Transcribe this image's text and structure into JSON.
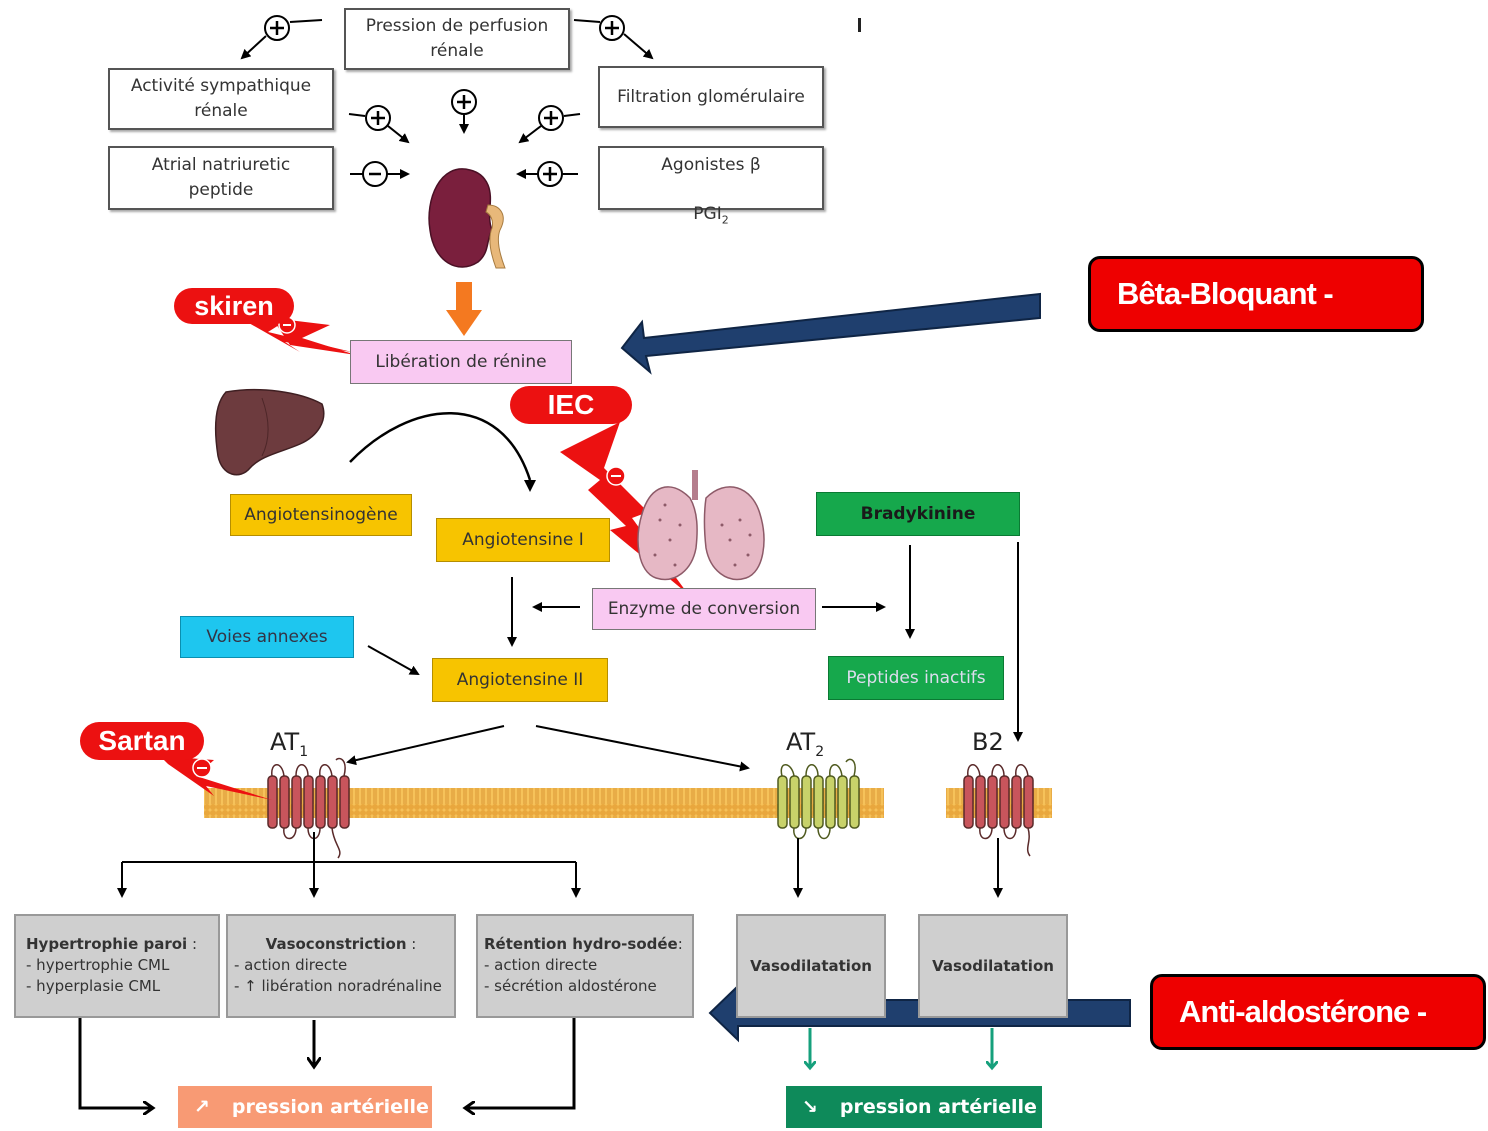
{
  "top": {
    "pression_perfusion": "Pression de perfusion\nrénale",
    "activite_sympathique": "Activité sympathique\nrénale",
    "filtration": "Filtration glomérulaire",
    "anp": "Atrial natriuretic\npeptide",
    "agonistes_line1": "Agonistes β",
    "agonistes_line2": "PGI",
    "agonistes_sub": "2"
  },
  "cascade": {
    "liberation_renine": "Libération de rénine",
    "angiotensinogene": "Angiotensinogène",
    "angiotensine1": "Angiotensine I",
    "angiotensine2": "Angiotensine II",
    "enzyme_conversion": "Enzyme de conversion",
    "bradykinine": "Bradykinine",
    "peptides_inactifs": "Peptides inactifs",
    "voies_annexes": "Voies annexes"
  },
  "receptors": {
    "at1": "AT",
    "at1_sub": "1",
    "at2": "AT",
    "at2_sub": "2",
    "b2": "B2"
  },
  "drugs": {
    "skiren": "skiren",
    "iec": "IEC",
    "sartan": "Sartan",
    "beta_bloquant": "Bêta-Bloquant  -",
    "anti_aldosterone": "Anti-aldostérone  -"
  },
  "effects": {
    "hypertrophie_title": "Hypertrophie paroi",
    "hypertrophie_colon": " :",
    "hypertrophie_l1": "- hypertrophie CML",
    "hypertrophie_l2": "- hyperplasie CML",
    "vasoconstriction_title": "Vasoconstriction",
    "vasoconstriction_colon": " :",
    "vasoconstriction_l1": "- action directe",
    "vasoconstriction_l2": "- ↑ libération noradrénaline",
    "retention_title": "Rétention hydro-sodée",
    "retention_colon": ":",
    "retention_l1": "- action directe",
    "retention_l2": "- sécrétion aldostérone",
    "vasodilatation_at2": "Vasodilatation",
    "vasodilatation_b2": "Vasodilatation"
  },
  "outcomes": {
    "up_arrow": "↗",
    "up_text": "pression artérielle",
    "down_arrow": "↘",
    "down_text": "pression artérielle"
  },
  "signs": {
    "plus": "+",
    "minus": "−"
  },
  "colors": {
    "drug_red": "#ec1111",
    "navy_arrow": "#1f3f6e",
    "orange_arrow": "#f47920",
    "green_arrow": "#16a07c",
    "yellow_box": "#f7c400",
    "pink_box": "#f9c9f2",
    "green_box": "#16a84c"
  }
}
